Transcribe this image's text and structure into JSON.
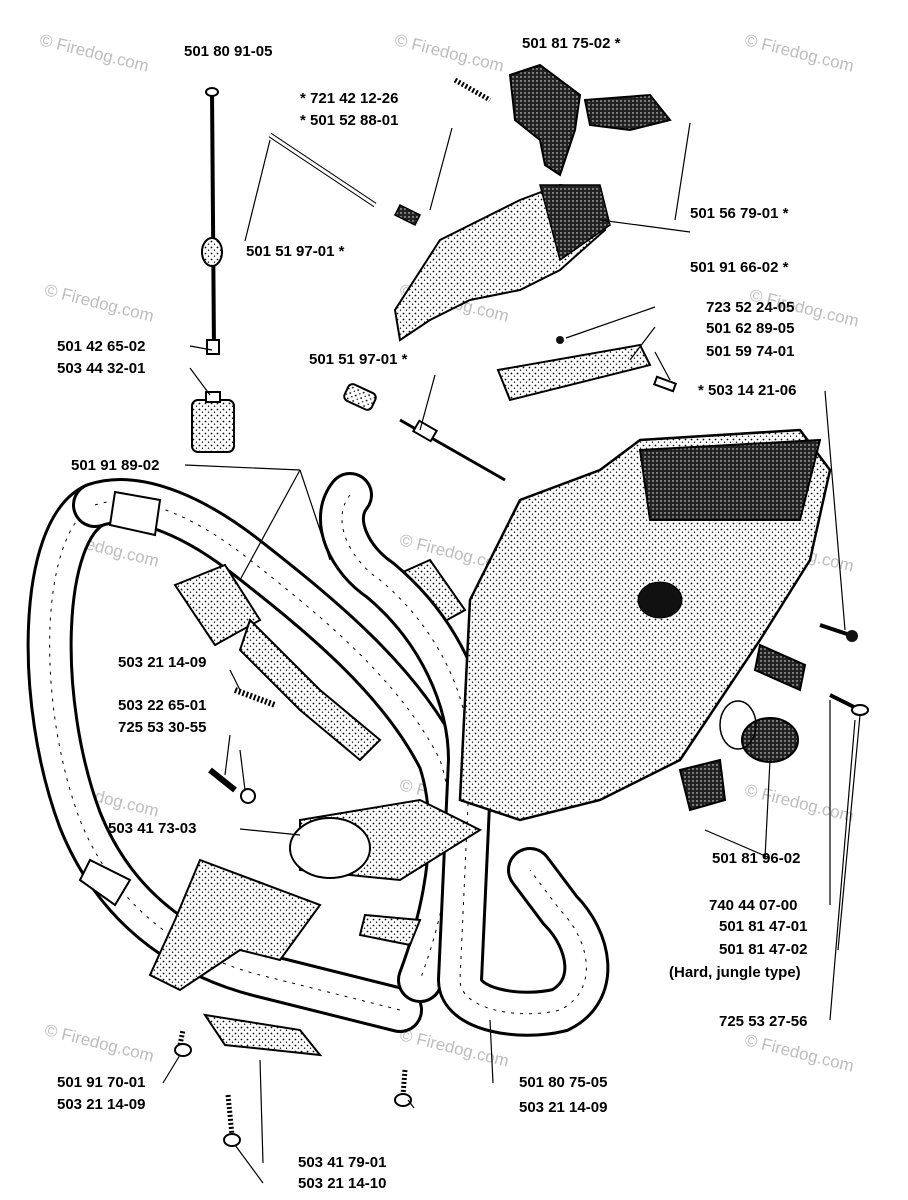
{
  "watermark": "© Firedog.com",
  "parts": {
    "p01": "501 80 91-05",
    "p02": "* 721 42 12-26",
    "p03": "* 501 52 88-01",
    "p04": "501 81 75-02 *",
    "p05": "501 56 79-01 *",
    "p06": "501 51 97-01 *",
    "p07": "501 91 66-02 *",
    "p08": "723 52 24-05",
    "p09": "501 62 89-05",
    "p10": "501 42 65-02",
    "p11": "503 44 32-01",
    "p12": "501 51 97-01 *",
    "p13": "501 59 74-01",
    "p14": "* 503 14 21-06",
    "p15": "501 91 89-02",
    "p16": "503 21 14-09",
    "p17": "503 22 65-01",
    "p18": "725 53 30-55",
    "p19": "503 41 73-03",
    "p20": "501 81 96-02",
    "p21": "740 44 07-00",
    "p22": "501 81 47-01",
    "p23": "501 81 47-02",
    "p24": "(Hard, jungle type)",
    "p25": "725 53 27-56",
    "p26": "501 91 70-01",
    "p27": "503 21 14-09",
    "p28": "501 80 75-05",
    "p29": "503 21 14-09",
    "p30": "503 41 79-01",
    "p31": "503 21 14-10"
  }
}
